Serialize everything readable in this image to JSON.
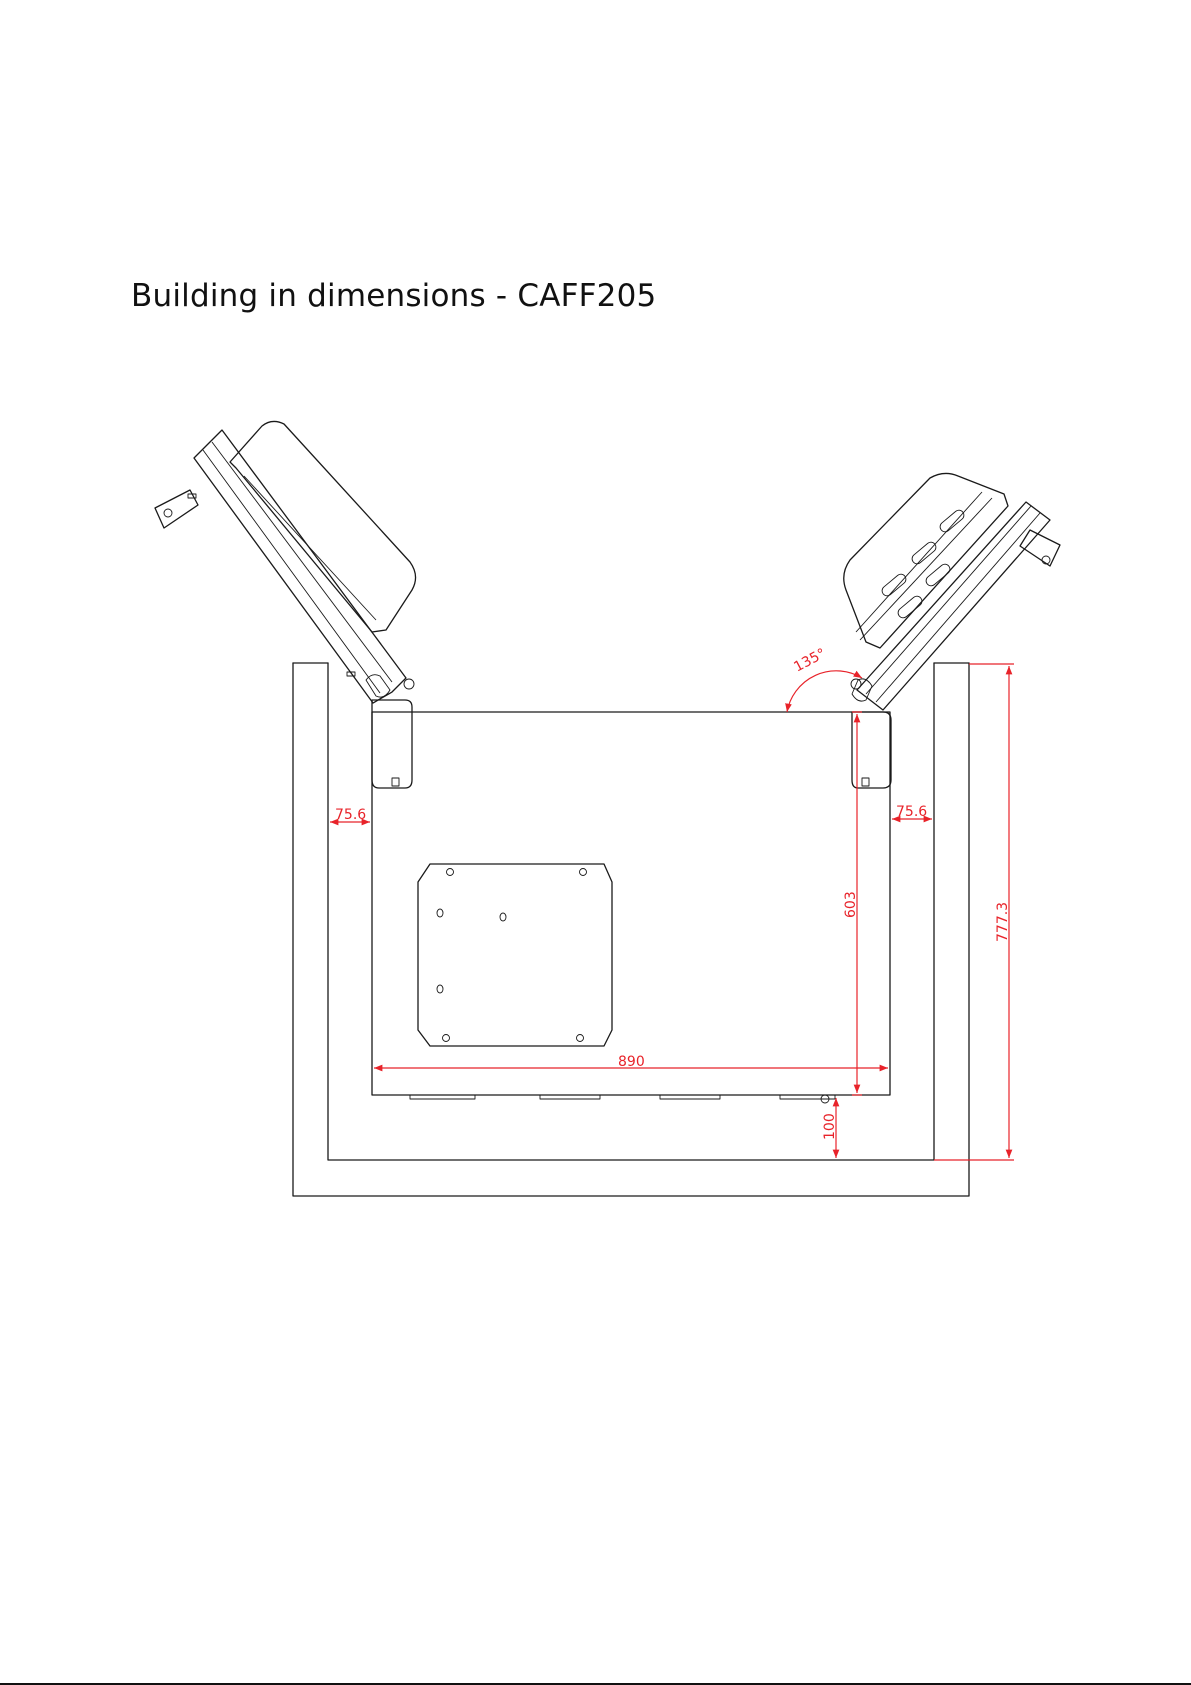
{
  "page": {
    "title": "Building in dimensions - CAFF205"
  },
  "dimensions": {
    "side_clearance_left": "75.6",
    "side_clearance_right": "75.6",
    "unit_height": "603",
    "total_height": "777.3",
    "unit_width": "890",
    "bottom_clearance": "100",
    "lid_angle": "135°"
  },
  "colors": {
    "dimension_lines": "#e8232a",
    "outline": "#1a1a1a"
  }
}
